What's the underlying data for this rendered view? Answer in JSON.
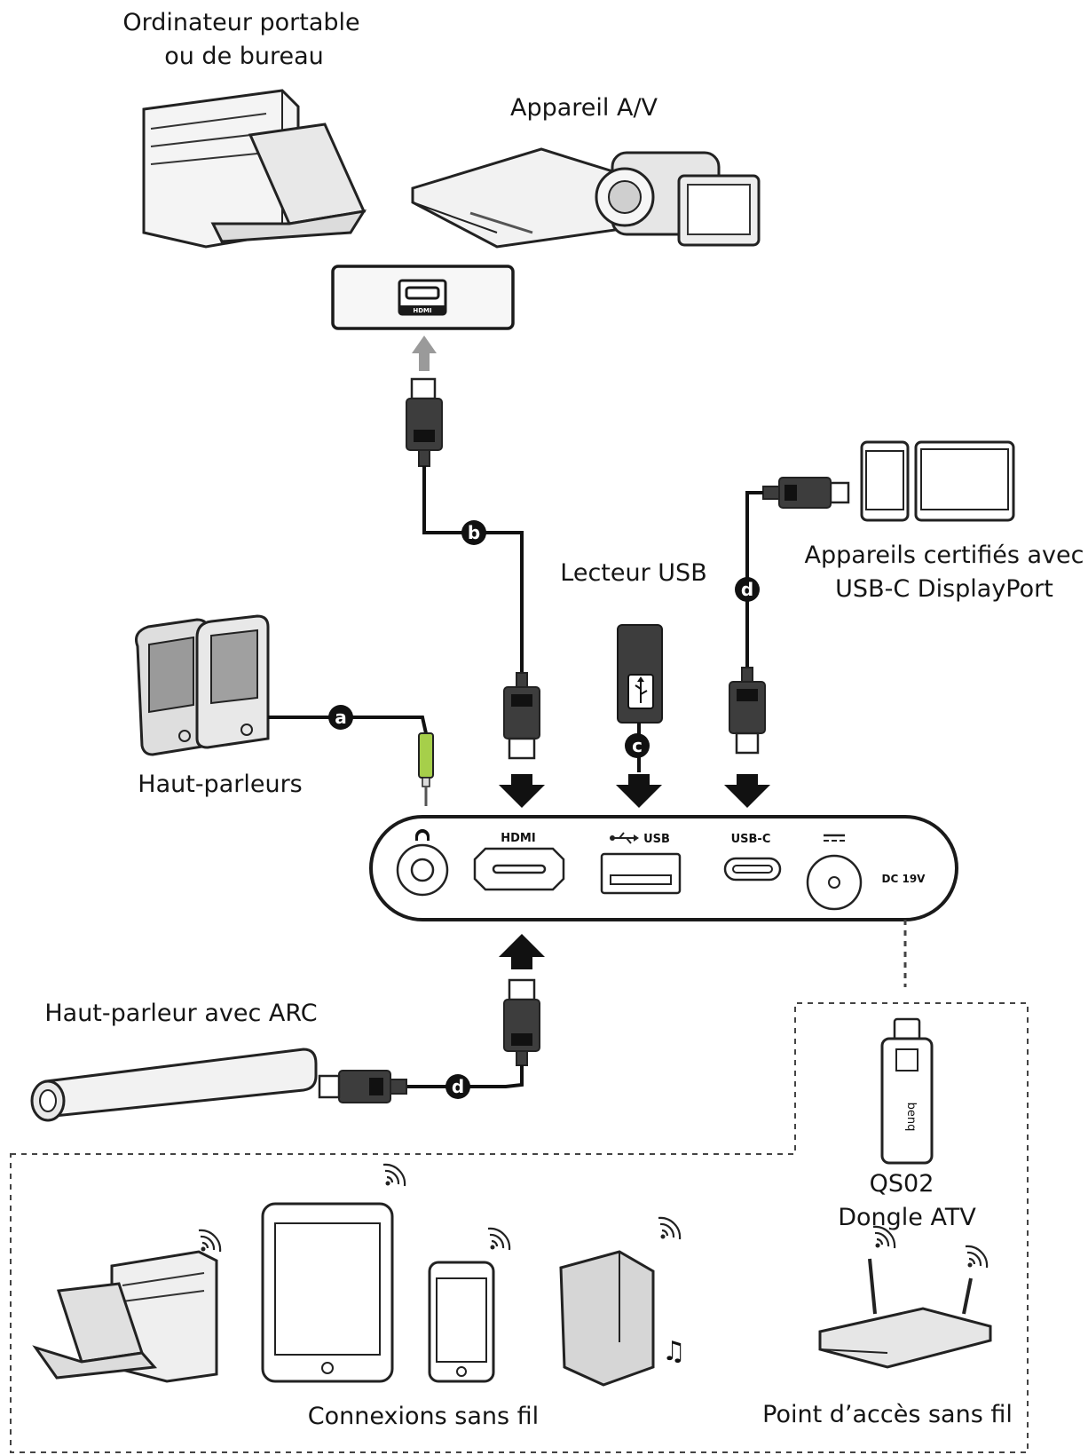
{
  "labels": {
    "computer_line1": "Ordinateur portable",
    "computer_line2": "ou de bureau",
    "av_device": "Appareil A/V",
    "usbc_devices_line1": "Appareils certifiés avec",
    "usbc_devices_line2": "USB-C DisplayPort",
    "usb_reader": "Lecteur USB",
    "speakers": "Haut-parleurs",
    "arc_speaker": "Haut-parleur avec ARC",
    "dongle_line1": "QS02",
    "dongle_line2": "Dongle ATV",
    "wireless_connections": "Connexions sans fil",
    "wireless_ap": "Point d’accès sans fil"
  },
  "cable_markers": {
    "a": "a",
    "b": "b",
    "c": "c",
    "d_usbc": "d",
    "d_arc": "d"
  },
  "ports": {
    "headphone_icon": "headphone-icon",
    "hdmi": "HDMI",
    "usb": "USB",
    "usbc": "USB-C",
    "dc": "DC 19V"
  },
  "source_port_label": "HDMI",
  "dongle_brand": "benq",
  "colors": {
    "line": "#111111",
    "cable_dark": "#3a3a3a",
    "audio_jack": "#a6cf4a",
    "arrow_gray": "#9a9a9a",
    "panel_stroke": "#1a1a1a"
  }
}
